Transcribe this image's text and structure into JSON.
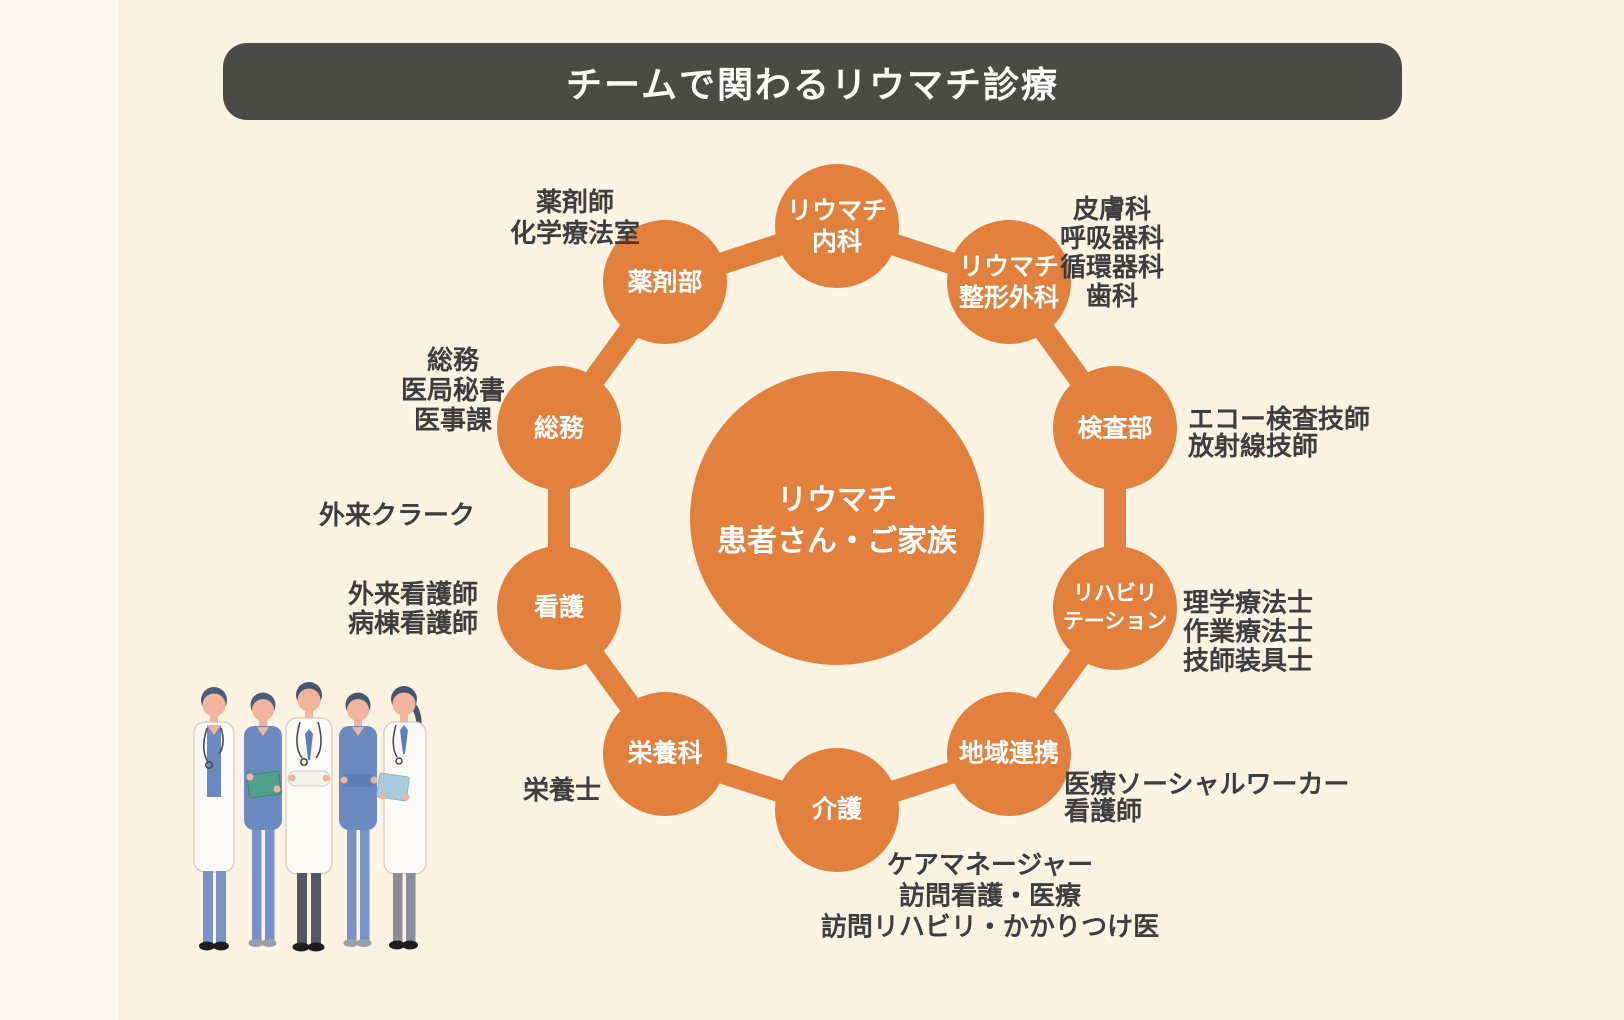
{
  "title": "チームで関わるリウマチ診療",
  "center_circle": {
    "lines": [
      "リウマチ",
      "患者さん・ご家族"
    ]
  },
  "nodes": [
    {
      "name": "rheumatology-internal-medicine",
      "lines": [
        "リウマチ",
        "内科"
      ]
    },
    {
      "name": "rheumatology-orthopedics",
      "lines": [
        "リウマチ",
        "整形外科"
      ]
    },
    {
      "name": "laboratory-department",
      "lines": [
        "検査部"
      ]
    },
    {
      "name": "rehabilitation-department",
      "lines": [
        "リハビリ",
        "テーション"
      ]
    },
    {
      "name": "community-liaison",
      "lines": [
        "地域連携"
      ]
    },
    {
      "name": "nursing-care",
      "lines": [
        "介護"
      ]
    },
    {
      "name": "nutrition-department",
      "lines": [
        "栄養科"
      ]
    },
    {
      "name": "nursing-department",
      "lines": [
        "看護"
      ]
    },
    {
      "name": "general-affairs",
      "lines": [
        "総務"
      ]
    },
    {
      "name": "pharmacy-department",
      "lines": [
        "薬剤部"
      ]
    }
  ],
  "side_labels": [
    {
      "name": "pharmacy-staff",
      "lines": [
        "薬剤師",
        "化学療法室"
      ]
    },
    {
      "name": "general-affairs-staff",
      "lines": [
        "総務",
        "医局秘書",
        "医事課"
      ]
    },
    {
      "name": "outpatient-clerk",
      "lines": [
        "外来クラーク"
      ]
    },
    {
      "name": "nursing-staff",
      "lines": [
        "外来看護師",
        "病棟看護師"
      ]
    },
    {
      "name": "dietitian",
      "lines": [
        "栄養士"
      ]
    },
    {
      "name": "related-departments",
      "lines": [
        "皮膚科",
        "呼吸器科",
        "循環器科",
        "歯科"
      ]
    },
    {
      "name": "lab-technicians",
      "lines": [
        "エコー検査技師",
        "放射線技師"
      ]
    },
    {
      "name": "rehab-therapists",
      "lines": [
        "理学療法士",
        "作業療法士",
        "技師装具士"
      ]
    },
    {
      "name": "community-staff",
      "lines": [
        "医療ソーシャルワーカー",
        "看護師"
      ]
    },
    {
      "name": "home-care-staff",
      "lines": [
        "ケアマネージャー",
        "訪問看護・医療",
        "訪問リハビリ・かかりつけ医"
      ]
    }
  ],
  "colors": {
    "orange": "#E2813E",
    "banner_bg": "#4A4A48",
    "background": "#FCF3E3",
    "edge_strip": "#FDF7ED",
    "label_text": "#3E3E3E",
    "circle_text": "#FFFFFF"
  }
}
